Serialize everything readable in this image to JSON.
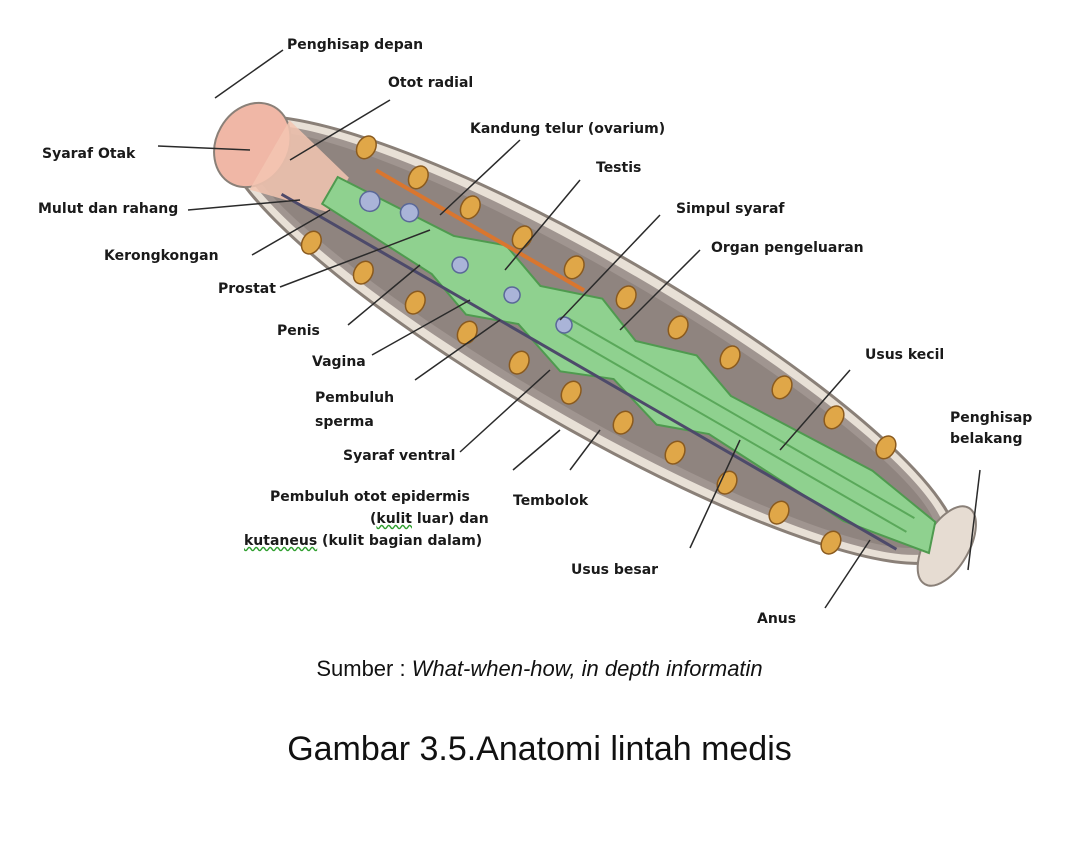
{
  "labels": {
    "penghisap_depan": "Penghisap depan",
    "otot_radial": "Otot radial",
    "kandung_telur": "Kandung telur (ovarium)",
    "syaraf_otak": "Syaraf Otak",
    "testis": "Testis",
    "mulut_rahang": "Mulut dan rahang",
    "simpul_syaraf": "Simpul syaraf",
    "organ_pengeluaran": "Organ pengeluaran",
    "kerongkongan": "Kerongkongan",
    "prostat": "Prostat",
    "penis": "Penis",
    "vagina": "Vagina",
    "pembuluh_sperma": "Pembuluh sperma",
    "syaraf_ventral": "Syaraf ventral",
    "usus_kecil": "Usus kecil",
    "penghisap_belakang": "Penghisap belakang",
    "pembuluh_otot_1": "Pembuluh otot epidermis",
    "pembuluh_otot_2a": "(",
    "pembuluh_otot_2b": "kulit",
    "pembuluh_otot_2c": " luar) dan",
    "pembuluh_otot_3a": "kutaneus",
    "pembuluh_otot_3b": " (kulit bagian dalam)",
    "tembolok": "Tembolok",
    "usus_besar": "Usus besar",
    "anus": "Anus"
  },
  "source": {
    "prefix": "Sumber : ",
    "title": "What-when-how, in depth informatin"
  },
  "caption": "Gambar 3.5.Anatomi lintah medis"
}
